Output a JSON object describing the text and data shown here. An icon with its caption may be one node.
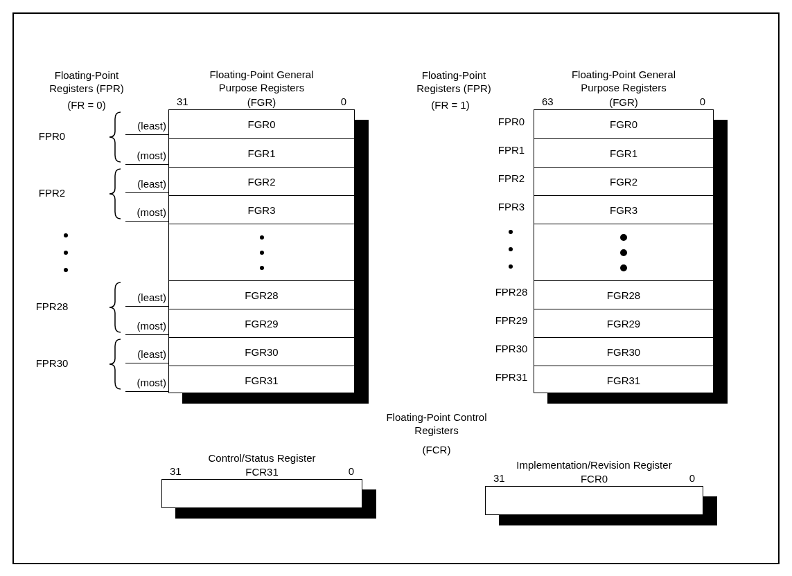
{
  "diagram": {
    "nodes": [
      {
        "text": [
          "Floating-Point General Purpose Registers",
          "(FGR)"
        ],
        "beside": [
          "31",
          "0"
        ]
      },
      {
        "text": [
          "FGR0"
        ],
        "in": 0
      },
      {
        "text": [
          "FGR1"
        ],
        "in": 0,
        "beside": [
          "(most)"
        ]
      },
      {
        "text": [
          "FGR2"
        ],
        "in": 0,
        "beside": [
          "(least)"
        ]
      },
      {
        "text": [
          "FGR3"
        ],
        "in": 0,
        "beside": [
          "(most)"
        ]
      },
      {
        "text": [],
        "shape": "box",
        "in": 0
      },
      {
        "text": [
          "FGR28"
        ],
        "in": 0,
        "beside": [
          "(least)"
        ]
      },
      {
        "text": [
          "FGR29"
        ],
        "in": 0,
        "beside": [
          "(most)"
        ]
      },
      {
        "text": [
          "FGR30"
        ],
        "in": 0,
        "beside": [
          "(least)"
        ]
      },
      {
        "text": [
          "FGR31"
        ],
        "in": 0,
        "beside": [
          "(most)"
        ]
      },
      {
        "text": [
          "Floating-Point General Purpose Registers",
          "(FGR)"
        ],
        "beside": [
          "63",
          "0"
        ]
      },
      {
        "text": [
          "FGR0"
        ],
        "in": 10
      },
      {
        "text": [
          "FGR1"
        ],
        "in": 10
      },
      {
        "text": [
          "FGR2"
        ],
        "in": 10
      },
      {
        "text": [
          "FGR3"
        ],
        "in": 10
      },
      {
        "text": [],
        "shape": "box",
        "in": 10
      },
      {
        "text": [
          "FGR28"
        ],
        "in": 10
      },
      {
        "text": [
          "FGR29"
        ],
        "in": 10
      },
      {
        "text": [
          "FGR30"
        ],
        "in": 10
      },
      {
        "text": [
          "FGR31"
        ],
        "in": 10
      },
      {
        "text": [
          "Control/Status Register",
          "FCR31"
        ],
        "beside": [
          "31",
          "0"
        ]
      },
      {
        "text": [
          "Implementation/Revision Register",
          "FCR0"
        ],
        "beside": [
          "31",
          "0"
        ]
      }
    ],
    "edges": [],
    "labels": [
      "Floating-Point Registers (FPR)",
      "(FR = 0)",
      "FPR0",
      "(least)",
      "FPR2",
      "FPR28",
      "FPR30",
      "Floating-Point Registers (FPR)",
      "(FR = 1)",
      "FPR0",
      "FPR1",
      "FPR2",
      "FPR3",
      "FPR28",
      "FPR29",
      "FPR30",
      "FPR31",
      "Floating-Point Control Registers",
      "(FCR)"
    ]
  }
}
